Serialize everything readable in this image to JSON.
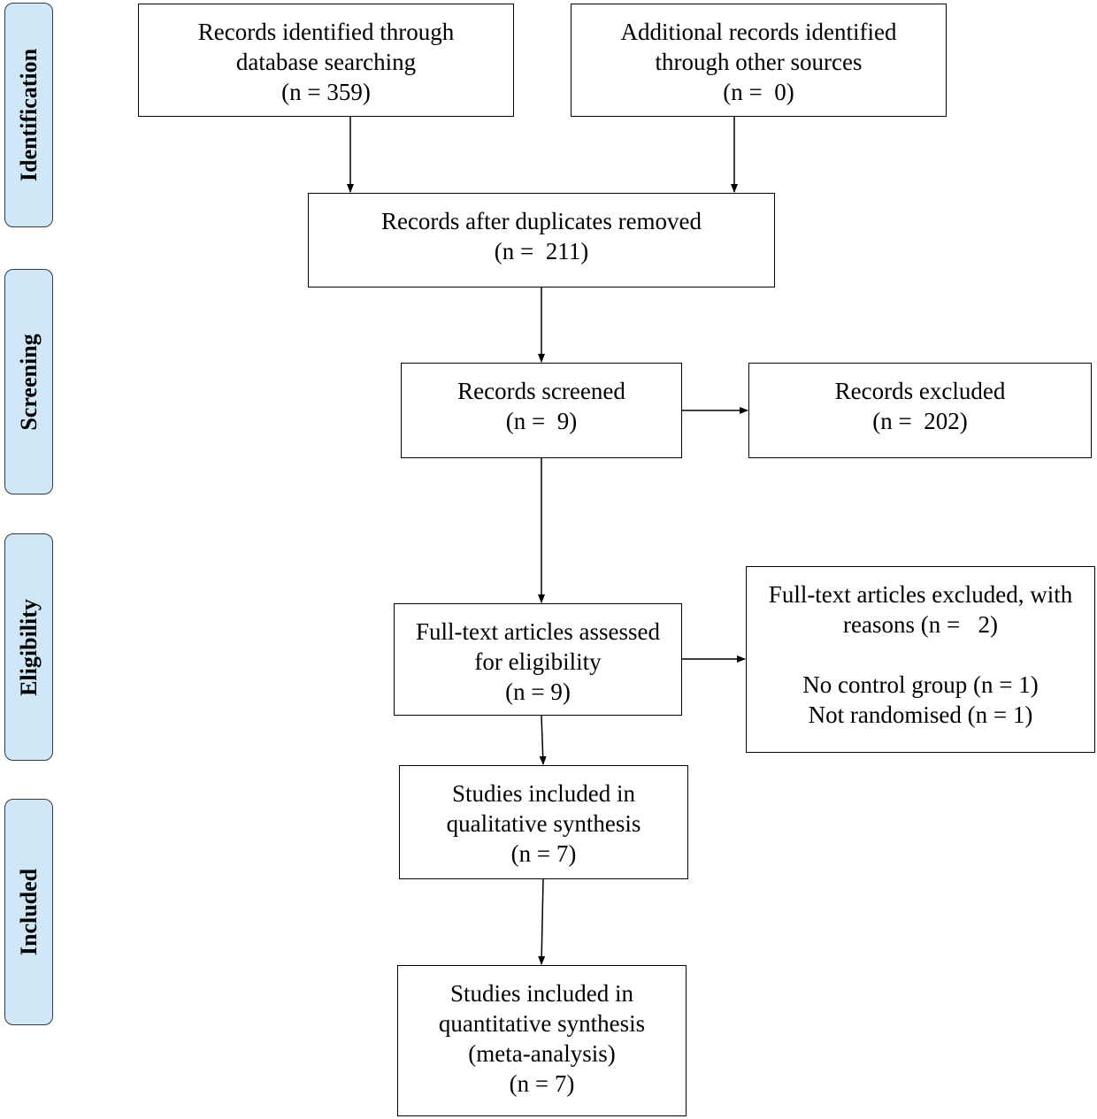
{
  "phases": {
    "identification": "Identification",
    "screening": "Screening",
    "eligibility": "Eligibility",
    "included": "Included"
  },
  "boxes": {
    "database_records": {
      "line1": "Records identified through",
      "line2": "database searching",
      "line3": "(n = 359)"
    },
    "other_records": {
      "line1": "Additional records identified",
      "line2": "through other sources",
      "line3": "(n =  0)"
    },
    "after_duplicates": {
      "line1": "Records after duplicates removed",
      "line2": "(n =  211)"
    },
    "screened": {
      "line1": "Records screened",
      "line2": "(n =  9)"
    },
    "excluded": {
      "line1": "Records excluded",
      "line2": "(n =  202)"
    },
    "fulltext_assessed": {
      "line1": "Full-text articles assessed",
      "line2": "for eligibility",
      "line3": "(n = 9)"
    },
    "fulltext_excluded": {
      "line1": "Full-text articles excluded, with",
      "line2": "reasons (n =   2)",
      "reason1": "No control group (n = 1)",
      "reason2": "Not randomised (n = 1)"
    },
    "qualitative": {
      "line1": "Studies included in",
      "line2": "qualitative synthesis",
      "line3": "(n = 7)"
    },
    "quantitative": {
      "line1": "Studies included in",
      "line2": "quantitative synthesis",
      "line3": "(meta-analysis)",
      "line4": "(n = 7)"
    }
  }
}
